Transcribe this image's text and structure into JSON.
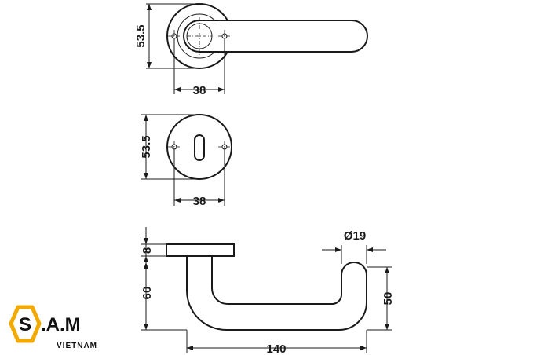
{
  "views": {
    "front_handle": {
      "height_label": "53.5",
      "width_label": "38"
    },
    "front_escutcheon": {
      "height_label": "53.5",
      "width_label": "38"
    },
    "side": {
      "rose_thickness_label": "8",
      "projection_label": "60",
      "diameter_label": "Ø19",
      "handle_height_label": "50",
      "length_label": "140"
    }
  },
  "logo": {
    "letter_s": "S",
    "letters_am": ".A.M",
    "subtitle": "VIETNAM"
  },
  "colors": {
    "line": "#1a1a1a",
    "logo_gold": "#f2a900",
    "background": "#ffffff"
  }
}
